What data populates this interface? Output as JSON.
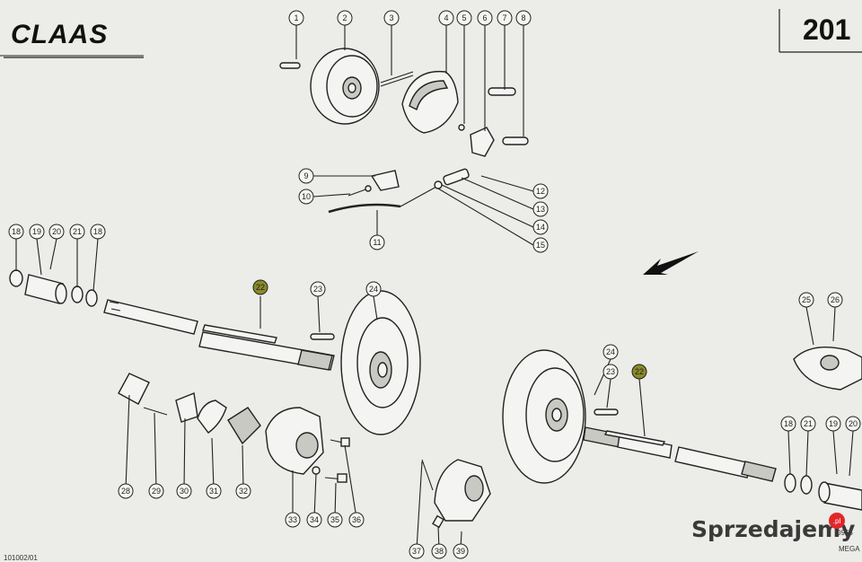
{
  "header": {
    "brand": "CLAAS",
    "page_number": "201"
  },
  "footer": {
    "left_code": "101002/01",
    "right_code": "0955",
    "right_label": "MEGA"
  },
  "watermark": {
    "site": "Sprzedajemy",
    "domain_suffix": ".pl"
  },
  "callouts": [
    {
      "label": "1"
    },
    {
      "label": "2"
    },
    {
      "label": "3"
    },
    {
      "label": "4"
    },
    {
      "label": "5"
    },
    {
      "label": "6"
    },
    {
      "label": "7"
    },
    {
      "label": "8"
    },
    {
      "label": "9"
    },
    {
      "label": "10"
    },
    {
      "label": "11"
    },
    {
      "label": "12"
    },
    {
      "label": "13"
    },
    {
      "label": "14"
    },
    {
      "label": "15"
    },
    {
      "label": "18"
    },
    {
      "label": "19"
    },
    {
      "label": "20"
    },
    {
      "label": "21"
    },
    {
      "label": "18"
    },
    {
      "label": "22",
      "highlight": true
    },
    {
      "label": "23"
    },
    {
      "label": "24"
    },
    {
      "label": "24"
    },
    {
      "label": "23"
    },
    {
      "label": "22",
      "highlight": true
    },
    {
      "label": "25"
    },
    {
      "label": "26"
    },
    {
      "label": "18"
    },
    {
      "label": "21"
    },
    {
      "label": "19"
    },
    {
      "label": "20"
    },
    {
      "label": "28"
    },
    {
      "label": "29"
    },
    {
      "label": "30"
    },
    {
      "label": "31"
    },
    {
      "label": "32"
    },
    {
      "label": "33"
    },
    {
      "label": "34"
    },
    {
      "label": "35"
    },
    {
      "label": "36"
    },
    {
      "label": "37"
    },
    {
      "label": "38"
    },
    {
      "label": "39"
    }
  ],
  "colors": {
    "background": "#ecece8",
    "ink": "#222222",
    "highlight": "#8a8a2a",
    "watermark_accent": "#e2262a"
  }
}
